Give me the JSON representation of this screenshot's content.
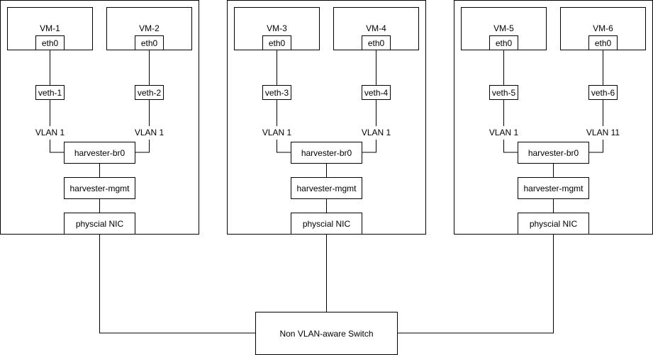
{
  "hosts": [
    {
      "vms": [
        {
          "name": "VM-1",
          "nic": "eth0",
          "veth": "veth-1",
          "vlan": "VLAN 1"
        },
        {
          "name": "VM-2",
          "nic": "eth0",
          "veth": "veth-2",
          "vlan": "VLAN 1"
        }
      ],
      "bridge": "harvester-br0",
      "mgmt": "harvester-mgmt",
      "pnic": "physcial NIC"
    },
    {
      "vms": [
        {
          "name": "VM-3",
          "nic": "eth0",
          "veth": "veth-3",
          "vlan": "VLAN 1"
        },
        {
          "name": "VM-4",
          "nic": "eth0",
          "veth": "veth-4",
          "vlan": "VLAN 1"
        }
      ],
      "bridge": "harvester-br0",
      "mgmt": "harvester-mgmt",
      "pnic": "physcial NIC"
    },
    {
      "vms": [
        {
          "name": "VM-5",
          "nic": "eth0",
          "veth": "veth-5",
          "vlan": "VLAN 1"
        },
        {
          "name": "VM-6",
          "nic": "eth0",
          "veth": "veth-6",
          "vlan": "VLAN 11"
        }
      ],
      "bridge": "harvester-br0",
      "mgmt": "harvester-mgmt",
      "pnic": "physcial NIC"
    }
  ],
  "switch": "Non VLAN-aware Switch",
  "colors": {
    "line": "#000000",
    "fill": "#ffffff"
  }
}
